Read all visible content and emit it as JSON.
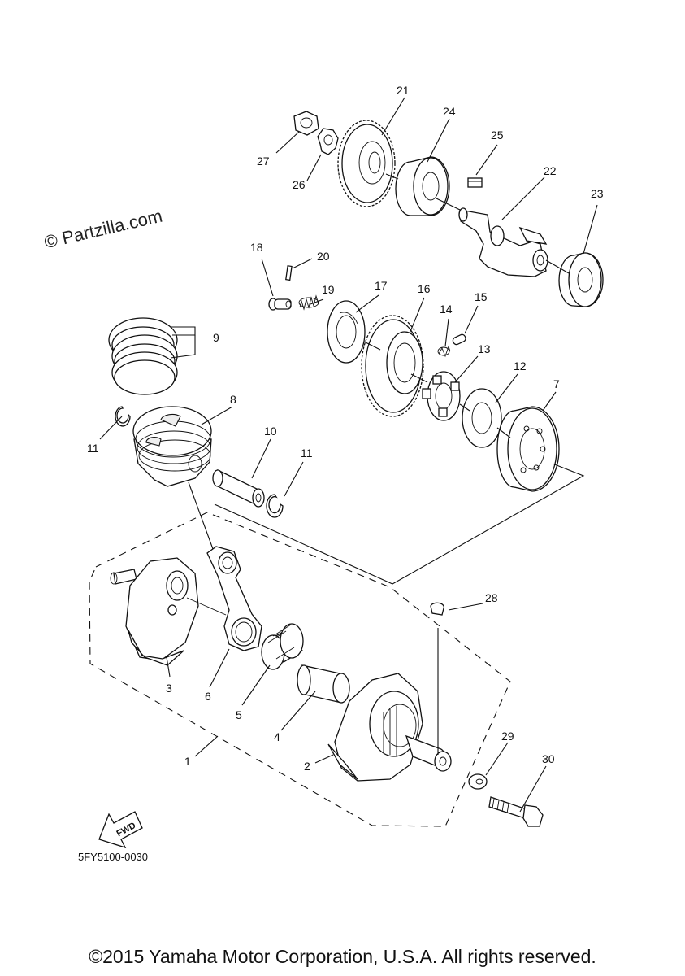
{
  "watermark": "© Partzilla.com",
  "diagram_code": "5FY5100-0030",
  "copyright": "©2015 Yamaha Motor Corporation, U.S.A. All rights reserved.",
  "fwd_label": "FWD",
  "callouts": [
    {
      "id": "1",
      "text": "1"
    },
    {
      "id": "2",
      "text": "2"
    },
    {
      "id": "3",
      "text": "3"
    },
    {
      "id": "4",
      "text": "4"
    },
    {
      "id": "5",
      "text": "5"
    },
    {
      "id": "6",
      "text": "6"
    },
    {
      "id": "7",
      "text": "7"
    },
    {
      "id": "8",
      "text": "8"
    },
    {
      "id": "9",
      "text": "9"
    },
    {
      "id": "10",
      "text": "10"
    },
    {
      "id": "11a",
      "text": "11"
    },
    {
      "id": "11b",
      "text": "11"
    },
    {
      "id": "12",
      "text": "12"
    },
    {
      "id": "13",
      "text": "13"
    },
    {
      "id": "14",
      "text": "14"
    },
    {
      "id": "15",
      "text": "15"
    },
    {
      "id": "16",
      "text": "16"
    },
    {
      "id": "17",
      "text": "17"
    },
    {
      "id": "18",
      "text": "18"
    },
    {
      "id": "19",
      "text": "19"
    },
    {
      "id": "20",
      "text": "20"
    },
    {
      "id": "21",
      "text": "21"
    },
    {
      "id": "22",
      "text": "22"
    },
    {
      "id": "23",
      "text": "23"
    },
    {
      "id": "24",
      "text": "24"
    },
    {
      "id": "25",
      "text": "25"
    },
    {
      "id": "26",
      "text": "26"
    },
    {
      "id": "27",
      "text": "27"
    },
    {
      "id": "28",
      "text": "28"
    },
    {
      "id": "29",
      "text": "29"
    },
    {
      "id": "30",
      "text": "30"
    }
  ]
}
